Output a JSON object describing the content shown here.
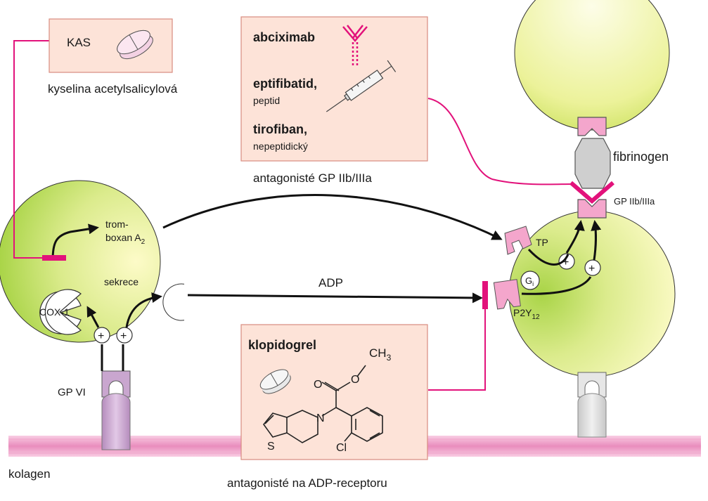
{
  "kas_box": {
    "title": "KAS",
    "caption": "kyselina acetylsalicylová"
  },
  "gp_box": {
    "drug1": "abciximab",
    "drug2": "eptifibatid,",
    "drug2_sub": "peptid",
    "drug3": "tirofiban,",
    "drug3_sub": "nepeptidický",
    "caption": "antagonisté GP IIb/IIIa"
  },
  "adp_box": {
    "title": "klopidogrel",
    "ch": "CH",
    "ch_sub": "3",
    "o1": "O",
    "o2": "O",
    "n": "N",
    "s": "S",
    "cl": "Cl",
    "caption": "antagonisté na ADP-receptoru"
  },
  "left_cell": {
    "label1a": "trom-",
    "label1b": "boxan A",
    "label1b_sub": "2",
    "cox": "COX-1",
    "sekrece": "sekrece",
    "plus": "+",
    "gpvi": "GP VI"
  },
  "right_cell": {
    "tp": "TP",
    "gi": "G",
    "gi_sub": "i",
    "p2y": "P2Y",
    "p2y_sub": "12",
    "gp2b3a": "GP IIb/IIIa",
    "plus": "+"
  },
  "labels": {
    "adp": "ADP",
    "fibrinogen": "fibrinogen",
    "kolagen": "kolagen"
  },
  "colors": {
    "magenta": "#e2127b",
    "box_fill": "#fde3d8",
    "box_stroke": "#d88c80",
    "cell_light": "#fdfbc8",
    "cell_green": "#a9d447",
    "receptor": "#f4a6cc",
    "collagen": "#f6b6d6"
  }
}
